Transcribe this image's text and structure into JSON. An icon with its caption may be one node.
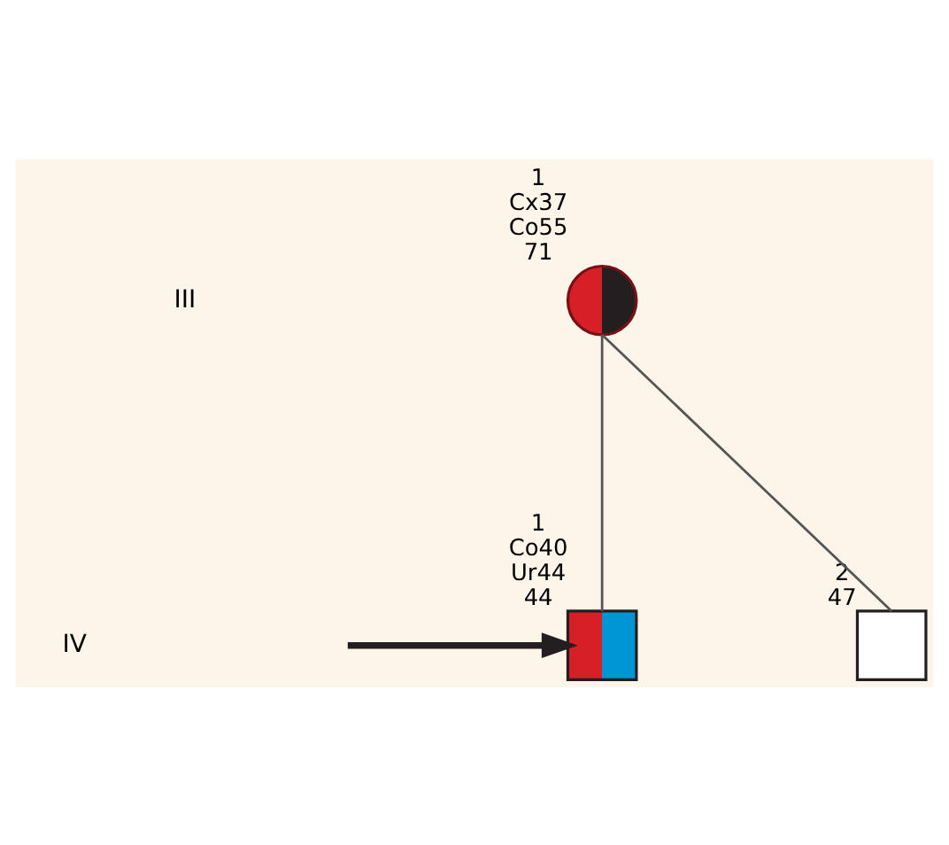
{
  "diagram": {
    "nodes": [
      {
        "text": [],
        "shape": "circle",
        "beside": [
          "1",
          "Cx37",
          "Co55",
          "71"
        ]
      },
      {
        "text": [],
        "shape": "box",
        "beside": [
          "1",
          "Co40",
          "Ur44",
          "44"
        ]
      },
      {
        "text": [],
        "shape": "box",
        "beside": [
          "2",
          "47"
        ]
      }
    ],
    "edges": [
      {
        "from": 0,
        "to": 1,
        "arrow": "none"
      },
      {
        "from": 0,
        "to": 2,
        "arrow": "none"
      },
      {
        "from": null,
        "to": 1,
        "arrow": "to",
        "style": "thick",
        "color": "#231f20"
      }
    ],
    "labels": [
      "III",
      "IV"
    ]
  }
}
